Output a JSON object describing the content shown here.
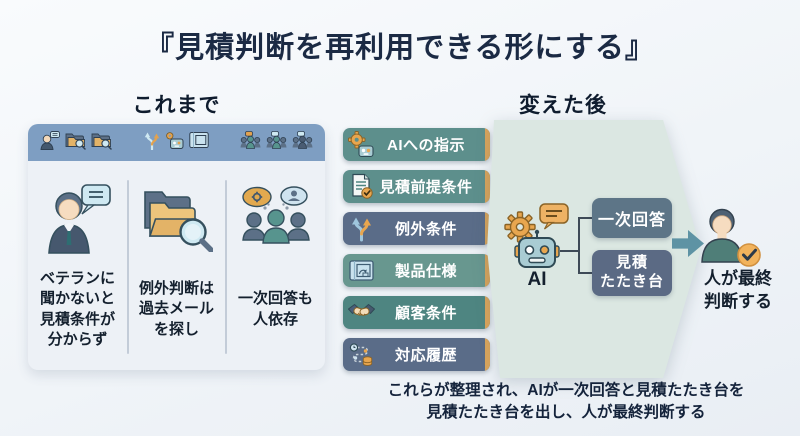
{
  "title": "『見積判断を再利用できる形にする』",
  "left_section": {
    "header": "これまで",
    "toolbar_icons": [
      "businessman-chat-icon",
      "folder-search-icon",
      "folder-search-icon",
      "branch-arrows-icon",
      "robot-gear-icon",
      "blueprint-icon",
      "team-chat-icon",
      "team-think-icon",
      "team-think-icon"
    ],
    "columns": [
      {
        "icon": "businessman-chat-icon",
        "text": "ベテランに\n聞かないと\n見積条件が\n分からず"
      },
      {
        "icon": "folder-search-icon",
        "text": "例外判断は\n過去メール\nを探し"
      },
      {
        "icon": "team-think-icon",
        "text": "一次回答も\n人依存"
      }
    ]
  },
  "right_section": {
    "header": "変えた後",
    "chips": [
      {
        "label": "AIへの指示",
        "icon": "robot-gear-icon",
        "color": "#5d8f8c"
      },
      {
        "label": "見積前提条件",
        "icon": "document-check-icon",
        "color": "#5d8f8c"
      },
      {
        "label": "例外条件",
        "icon": "branch-arrows-icon",
        "color": "#5a6c88"
      },
      {
        "label": "製品仕様",
        "icon": "blueprint-icon",
        "color": "#68978f"
      },
      {
        "label": "顧客条件",
        "icon": "handshake-icon",
        "color": "#4e8581"
      },
      {
        "label": "対応履歴",
        "icon": "history-flow-icon",
        "color": "#5a6c88"
      }
    ],
    "accent_strip_color": "#d8a45c",
    "panel_color": "#dbe7e2",
    "arrow_color": "#5e93a4",
    "ai_label": "AI",
    "outputs": [
      "一次回答",
      "見積\nたたき台"
    ],
    "person_label": "人が最終\n判断する"
  },
  "caption": "これらが整理され、AIが一次回答と見積たたき台を\n見積たたき台を出し、人が最終判断する"
}
